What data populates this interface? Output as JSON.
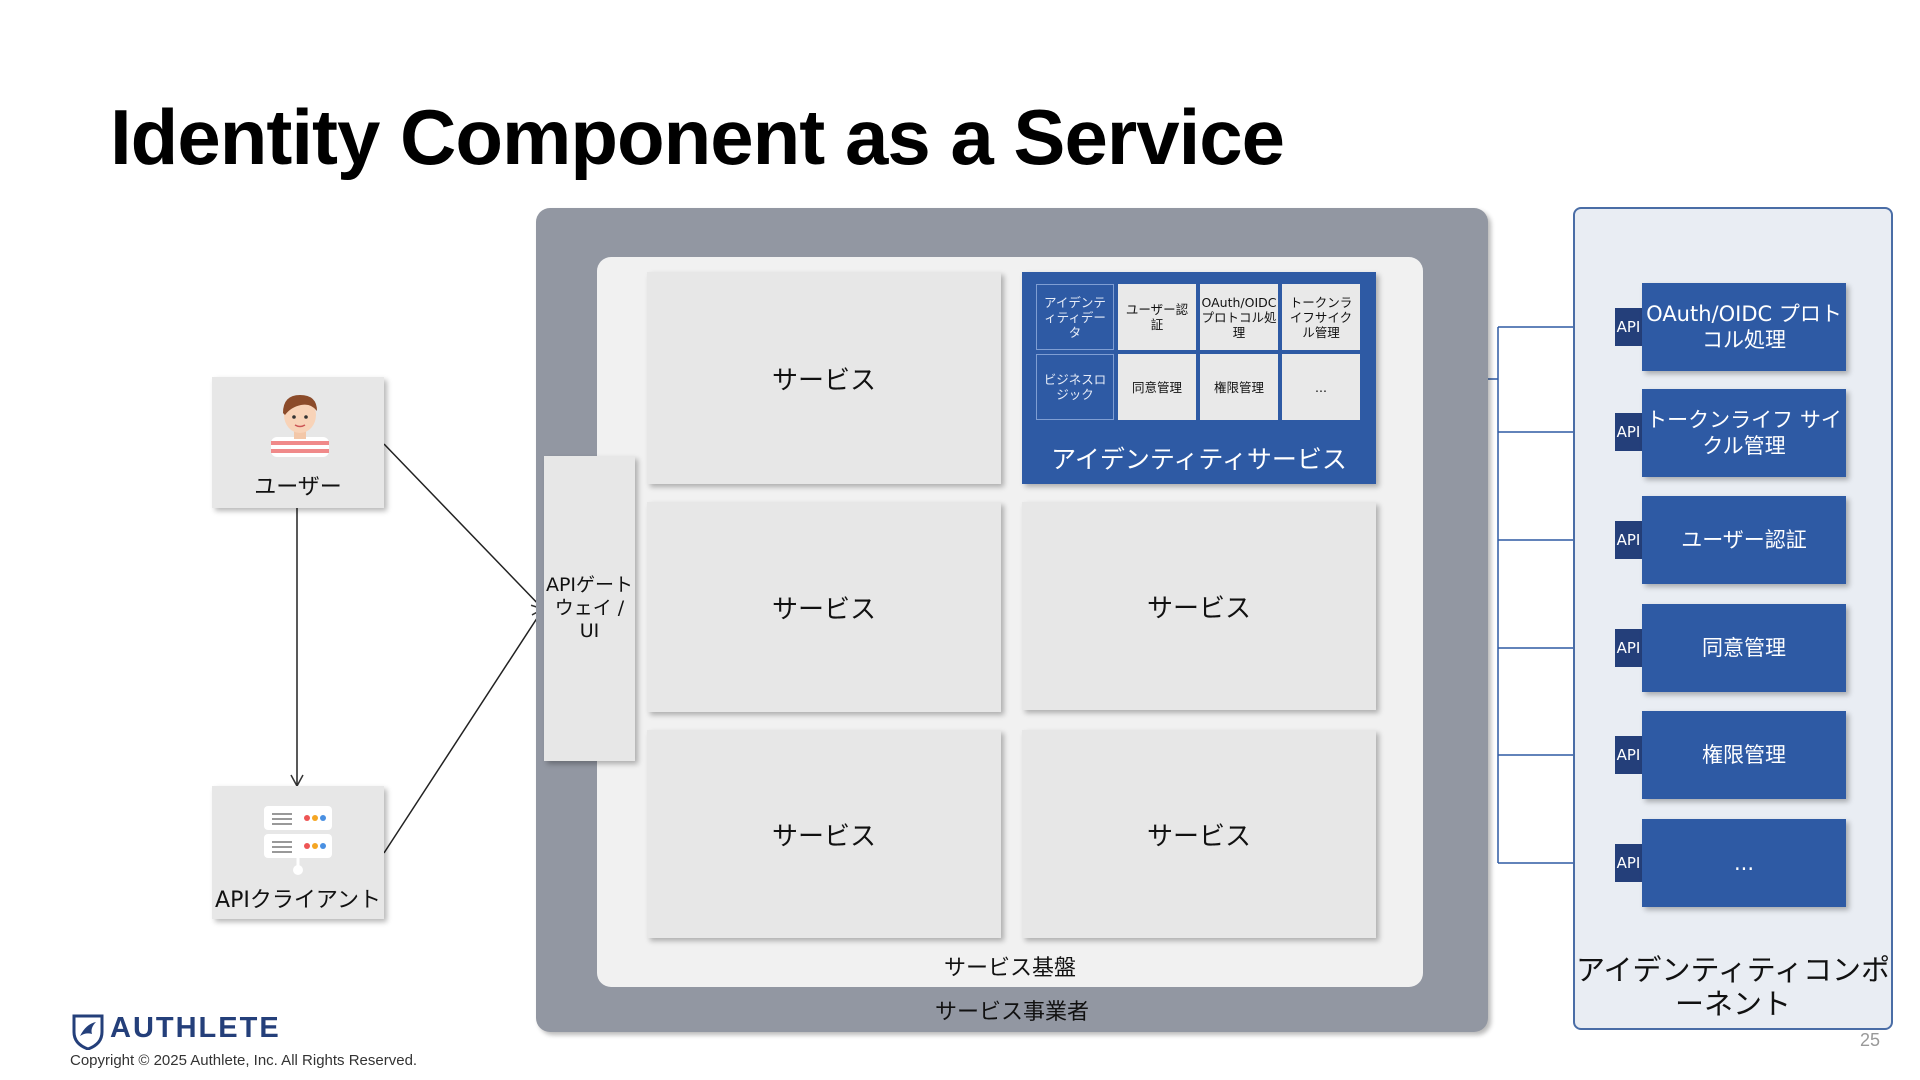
{
  "title": "Identity Component as a Service",
  "actors": {
    "user_label": "ユーザー",
    "api_client_label": "APIクライアント"
  },
  "provider": {
    "label": "サービス事業者",
    "platform_label": "サービス基盤",
    "gateway_label": "APIゲートウェイ / UI",
    "services": [
      "サービス",
      "サービス",
      "サービス",
      "サービス",
      "サービス"
    ]
  },
  "identity_service": {
    "label": "アイデンティティサービス",
    "cells": [
      "アイデンティティデータ",
      "ユーザー認証",
      "OAuth/OIDCプロトコル処理",
      "トークンライフサイクル管理",
      "ビジネスロジック",
      "同意管理",
      "権限管理",
      "..."
    ]
  },
  "identity_components": {
    "label": "アイデンティティコンポーネント",
    "api_tag": "API",
    "items": [
      "OAuth/OIDC プロトコル処理",
      "トークンライフ サイクル管理",
      "ユーザー認証",
      "同意管理",
      "権限管理",
      "..."
    ]
  },
  "footer": {
    "logo": "AUTHLETE",
    "copyright": "Copyright © 2025 Authlete, Inc. All Rights Reserved.",
    "page_number": "25"
  },
  "colors": {
    "accent_blue": "#2e5aa4",
    "dark_blue": "#243f7a",
    "provider_gray": "#9297a2",
    "box_gray": "#e7e7e7"
  }
}
